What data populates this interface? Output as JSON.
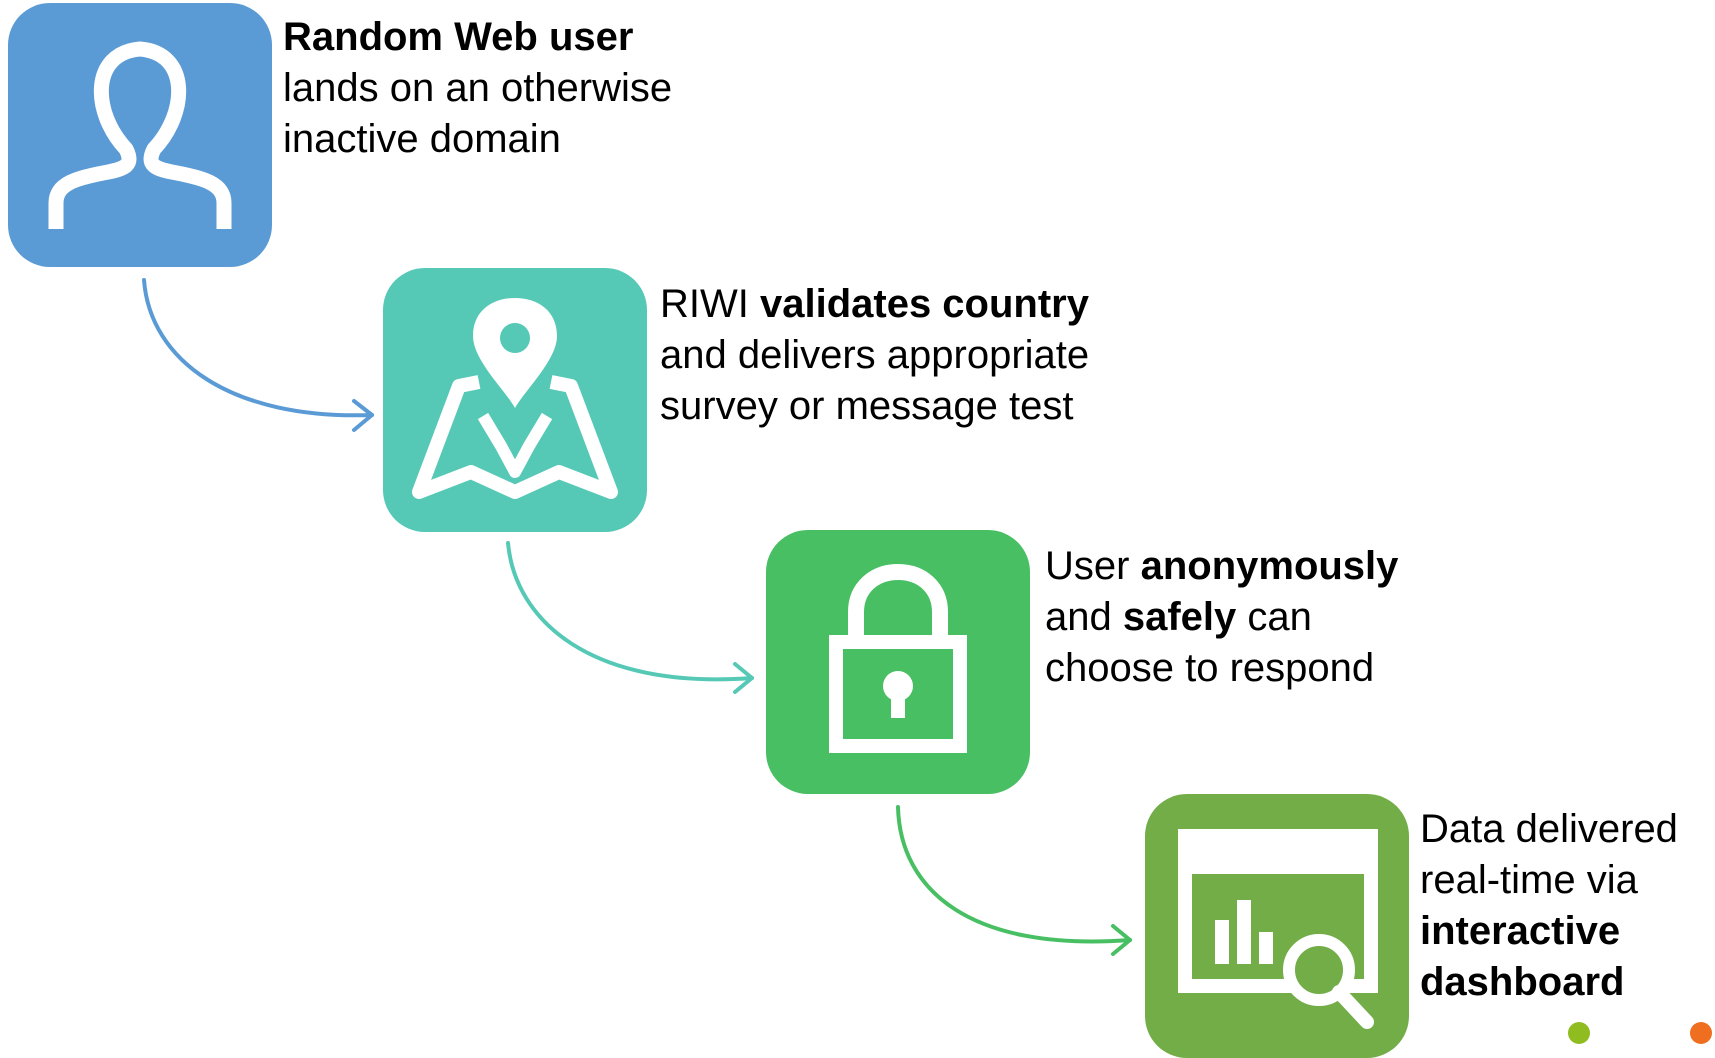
{
  "steps": [
    {
      "color": "#5b9bd5",
      "icon": "user-icon",
      "parts": [
        {
          "text": "Random Web user",
          "bold": true
        },
        {
          "text": " lands on an otherwise inactive domain",
          "bold": false
        }
      ]
    },
    {
      "color": "#55c9b5",
      "icon": "map-pin-icon",
      "parts": [
        {
          "text": "RIWI ",
          "bold": false
        },
        {
          "text": "validates country",
          "bold": true
        },
        {
          "text": " and delivers appropriate survey or message test",
          "bold": false
        }
      ]
    },
    {
      "color": "#48bf63",
      "icon": "lock-icon",
      "parts": [
        {
          "text": "User ",
          "bold": false
        },
        {
          "text": "anonymously",
          "bold": true
        },
        {
          "text": " and ",
          "bold": false
        },
        {
          "text": "safely",
          "bold": true
        },
        {
          "text": " can choose to respond",
          "bold": false
        }
      ]
    },
    {
      "color": "#72ad47",
      "icon": "dashboard-icon",
      "parts": [
        {
          "text": "Data delivered real-time via ",
          "bold": false
        },
        {
          "text": "interactive dashboard",
          "bold": true
        }
      ]
    }
  ],
  "decor": {
    "dot_colors": [
      "#8fbc1f",
      "#ef6e1f"
    ]
  }
}
